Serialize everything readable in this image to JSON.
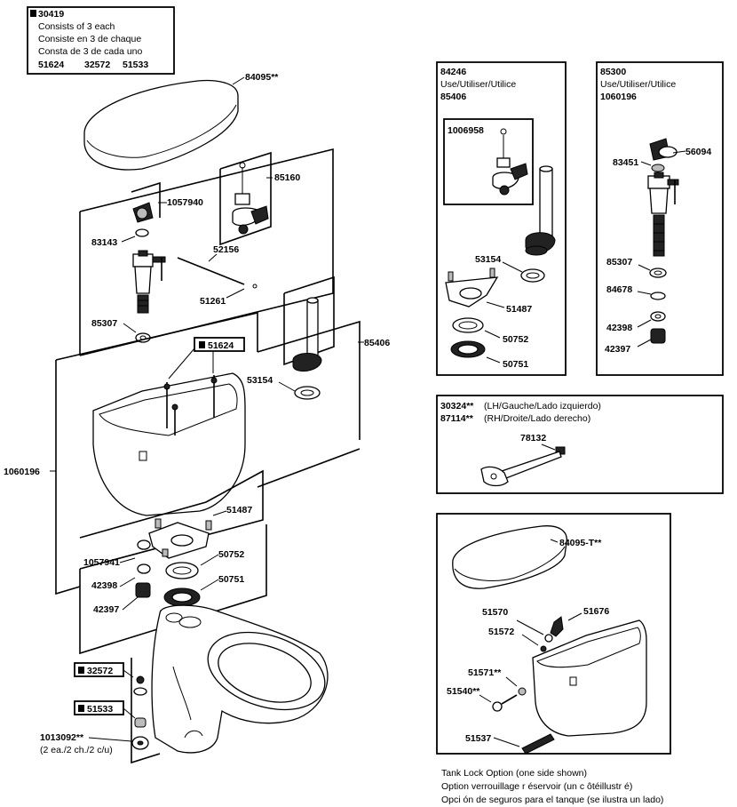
{
  "kit_box": {
    "part": "30419",
    "lines": [
      "Consists of 3 each",
      "Consiste en 3 de chaque",
      "Consta de 3 de cada uno"
    ],
    "parts": [
      "51624",
      "32572",
      "51533"
    ]
  },
  "main_parts": {
    "tank_lid": "84095**",
    "flapper_assembly": "85160",
    "fill_valve_cap": "1057940",
    "washer_83143": "83143",
    "refill_rod": "52156",
    "refill_tube": "51261",
    "nut_85307": "85307",
    "bolt_label": "51624",
    "flush_valve_group": "85406",
    "flush_valve_gasket": "53154",
    "tank_group": "1060196",
    "tank_gasket": "51487",
    "washer_1057941": "1057941",
    "gasket_50752": "50752",
    "washer_42398": "42398",
    "gasket_50751": "50751",
    "nut_42397": "42397",
    "cap_32572": "32572",
    "cap_51533": "51533",
    "bowl_caps": "1013092**",
    "bowl_caps_qty": "(2 ea./2 ch./2 c/u)"
  },
  "flush_box": {
    "part": "84246",
    "use": "Use/Utiliser/Utilice",
    "for": "85406",
    "sub": "1006958",
    "gasket_53154": "53154",
    "gasket_51487": "51487",
    "gasket_50752": "50752",
    "gasket_50751": "50751"
  },
  "fill_box": {
    "part": "85300",
    "use": "Use/Utiliser/Utilice",
    "for": "1060196",
    "p83451": "83451",
    "p56094": "56094",
    "p85307": "85307",
    "p84678": "84678",
    "p42398": "42398",
    "p42397": "42397"
  },
  "lever_box": {
    "lh_part": "30324**",
    "lh_desc": "(LH/Gauche/Lado izquierdo)",
    "rh_part": "87114**",
    "rh_desc": "(RH/Droite/Lado derecho)",
    "p78132": "78132"
  },
  "lock_box": {
    "lid": "84095-T**",
    "p51570": "51570",
    "p51676": "51676",
    "p51572": "51572",
    "p51571": "51571**",
    "p51540": "51540**",
    "p51537": "51537",
    "captions": [
      "Tank Lock Option    (one side shown)",
      "Option verrouillage r   éservoir (un c  ôtéillustr  é)",
      "Opci ón de seguros para el tanque (se ilustra un lado)"
    ]
  }
}
